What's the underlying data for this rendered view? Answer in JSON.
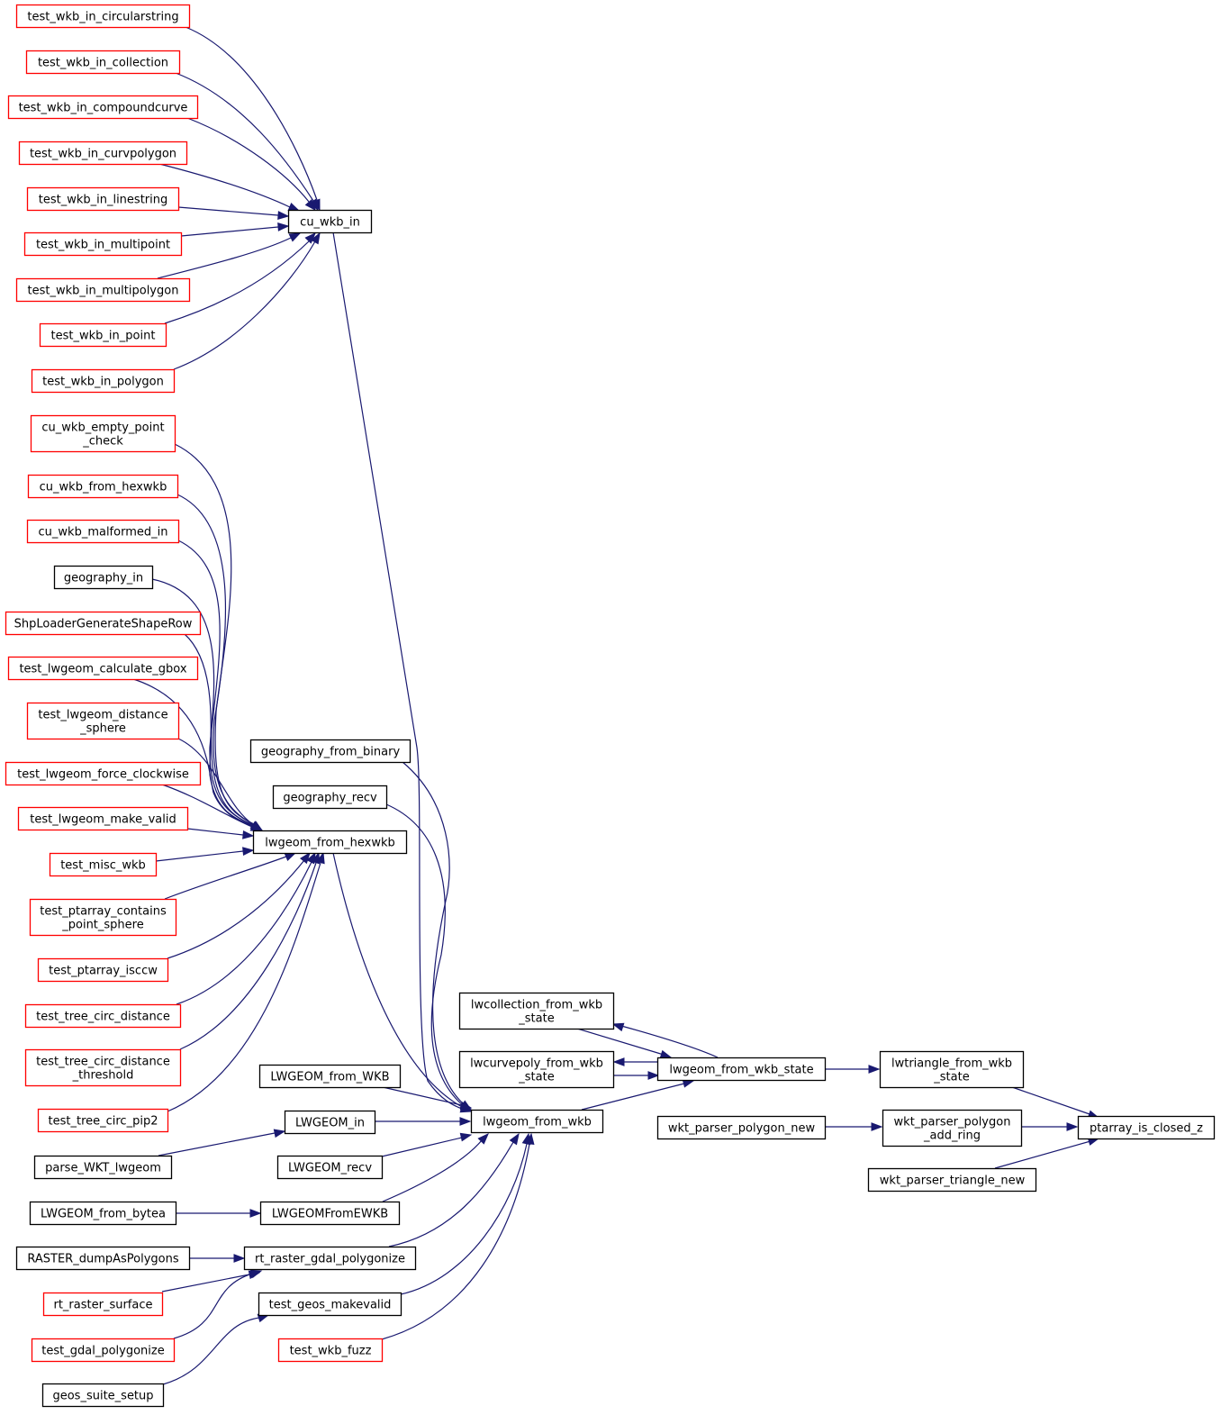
{
  "colors": {
    "edge": "#191970",
    "border_truncated": "#ff0000",
    "border_normal": "#000000",
    "focus_fill": "#bfbfbf"
  },
  "nodes": {
    "ptarray_is_closed_z": {
      "lines": [
        "ptarray_is_closed_z"
      ],
      "style": "focus"
    },
    "lwtriangle_from_wkb_state": {
      "lines": [
        "lwtriangle_from_wkb",
        "_state"
      ],
      "style": "normal"
    },
    "wkt_parser_polygon_add_ring": {
      "lines": [
        "wkt_parser_polygon",
        "_add_ring"
      ],
      "style": "normal"
    },
    "wkt_parser_triangle_new": {
      "lines": [
        "wkt_parser_triangle_new"
      ],
      "style": "normal"
    },
    "wkt_parser_polygon_new": {
      "lines": [
        "wkt_parser_polygon_new"
      ],
      "style": "normal"
    },
    "lwgeom_from_wkb_state": {
      "lines": [
        "lwgeom_from_wkb_state"
      ],
      "style": "normal"
    },
    "lwcollection_from_wkb_state": {
      "lines": [
        "lwcollection_from_wkb",
        "_state"
      ],
      "style": "normal"
    },
    "lwcurvepoly_from_wkb_state": {
      "lines": [
        "lwcurvepoly_from_wkb",
        "_state"
      ],
      "style": "normal"
    },
    "lwgeom_from_wkb": {
      "lines": [
        "lwgeom_from_wkb"
      ],
      "style": "normal"
    },
    "cu_wkb_in": {
      "lines": [
        "cu_wkb_in"
      ],
      "style": "normal"
    },
    "lwgeom_from_hexwkb": {
      "lines": [
        "lwgeom_from_hexwkb"
      ],
      "style": "normal"
    },
    "geography_from_binary": {
      "lines": [
        "geography_from_binary"
      ],
      "style": "normal"
    },
    "geography_recv": {
      "lines": [
        "geography_recv"
      ],
      "style": "normal"
    },
    "LWGEOM_from_WKB": {
      "lines": [
        "LWGEOM_from_WKB"
      ],
      "style": "normal"
    },
    "LWGEOM_in": {
      "lines": [
        "LWGEOM_in"
      ],
      "style": "normal"
    },
    "LWGEOM_recv": {
      "lines": [
        "LWGEOM_recv"
      ],
      "style": "normal"
    },
    "LWGEOMFromEWKB": {
      "lines": [
        "LWGEOMFromEWKB"
      ],
      "style": "normal"
    },
    "rt_raster_gdal_polygonize": {
      "lines": [
        "rt_raster_gdal_polygonize"
      ],
      "style": "normal"
    },
    "test_geos_makevalid": {
      "lines": [
        "test_geos_makevalid"
      ],
      "style": "normal"
    },
    "test_wkb_fuzz": {
      "lines": [
        "test_wkb_fuzz"
      ],
      "style": "truncated"
    },
    "test_wkb_in_circularstring": {
      "lines": [
        "test_wkb_in_circularstring"
      ],
      "style": "truncated"
    },
    "test_wkb_in_collection": {
      "lines": [
        "test_wkb_in_collection"
      ],
      "style": "truncated"
    },
    "test_wkb_in_compoundcurve": {
      "lines": [
        "test_wkb_in_compoundcurve"
      ],
      "style": "truncated"
    },
    "test_wkb_in_curvpolygon": {
      "lines": [
        "test_wkb_in_curvpolygon"
      ],
      "style": "truncated"
    },
    "test_wkb_in_linestring": {
      "lines": [
        "test_wkb_in_linestring"
      ],
      "style": "truncated"
    },
    "test_wkb_in_multipoint": {
      "lines": [
        "test_wkb_in_multipoint"
      ],
      "style": "truncated"
    },
    "test_wkb_in_multipolygon": {
      "lines": [
        "test_wkb_in_multipolygon"
      ],
      "style": "truncated"
    },
    "test_wkb_in_point": {
      "lines": [
        "test_wkb_in_point"
      ],
      "style": "truncated"
    },
    "test_wkb_in_polygon": {
      "lines": [
        "test_wkb_in_polygon"
      ],
      "style": "truncated"
    },
    "cu_wkb_empty_point_check": {
      "lines": [
        "cu_wkb_empty_point",
        "_check"
      ],
      "style": "truncated"
    },
    "cu_wkb_from_hexwkb": {
      "lines": [
        "cu_wkb_from_hexwkb"
      ],
      "style": "truncated"
    },
    "cu_wkb_malformed_in": {
      "lines": [
        "cu_wkb_malformed_in"
      ],
      "style": "truncated"
    },
    "geography_in": {
      "lines": [
        "geography_in"
      ],
      "style": "normal"
    },
    "ShpLoaderGenerateShapeRow": {
      "lines": [
        "ShpLoaderGenerateShapeRow"
      ],
      "style": "truncated"
    },
    "test_lwgeom_calculate_gbox": {
      "lines": [
        "test_lwgeom_calculate_gbox"
      ],
      "style": "truncated"
    },
    "test_lwgeom_distance_sphere": {
      "lines": [
        "test_lwgeom_distance",
        "_sphere"
      ],
      "style": "truncated"
    },
    "test_lwgeom_force_clockwise": {
      "lines": [
        "test_lwgeom_force_clockwise"
      ],
      "style": "truncated"
    },
    "test_lwgeom_make_valid": {
      "lines": [
        "test_lwgeom_make_valid"
      ],
      "style": "truncated"
    },
    "test_misc_wkb": {
      "lines": [
        "test_misc_wkb"
      ],
      "style": "truncated"
    },
    "test_ptarray_contains_point_sphere": {
      "lines": [
        "test_ptarray_contains",
        "_point_sphere"
      ],
      "style": "truncated"
    },
    "test_ptarray_isccw": {
      "lines": [
        "test_ptarray_isccw"
      ],
      "style": "truncated"
    },
    "test_tree_circ_distance": {
      "lines": [
        "test_tree_circ_distance"
      ],
      "style": "truncated"
    },
    "test_tree_circ_distance_threshold": {
      "lines": [
        "test_tree_circ_distance",
        "_threshold"
      ],
      "style": "truncated"
    },
    "test_tree_circ_pip2": {
      "lines": [
        "test_tree_circ_pip2"
      ],
      "style": "truncated"
    },
    "parse_WKT_lwgeom": {
      "lines": [
        "parse_WKT_lwgeom"
      ],
      "style": "normal"
    },
    "LWGEOM_from_bytea": {
      "lines": [
        "LWGEOM_from_bytea"
      ],
      "style": "normal"
    },
    "RASTER_dumpAsPolygons": {
      "lines": [
        "RASTER_dumpAsPolygons"
      ],
      "style": "normal"
    },
    "rt_raster_surface": {
      "lines": [
        "rt_raster_surface"
      ],
      "style": "truncated"
    },
    "test_gdal_polygonize": {
      "lines": [
        "test_gdal_polygonize"
      ],
      "style": "truncated"
    },
    "geos_suite_setup": {
      "lines": [
        "geos_suite_setup"
      ],
      "style": "normal"
    }
  },
  "edges": [
    [
      "lwtriangle_from_wkb_state",
      "ptarray_is_closed_z"
    ],
    [
      "wkt_parser_polygon_add_ring",
      "ptarray_is_closed_z"
    ],
    [
      "wkt_parser_triangle_new",
      "ptarray_is_closed_z"
    ],
    [
      "lwgeom_from_wkb_state",
      "lwtriangle_from_wkb_state"
    ],
    [
      "wkt_parser_polygon_new",
      "wkt_parser_polygon_add_ring"
    ],
    [
      "lwcollection_from_wkb_state",
      "lwgeom_from_wkb_state"
    ],
    [
      "lwcurvepoly_from_wkb_state",
      "lwgeom_from_wkb_state"
    ],
    [
      "lwgeom_from_wkb",
      "lwgeom_from_wkb_state"
    ],
    [
      "lwgeom_from_wkb_state",
      "lwcollection_from_wkb_state"
    ],
    [
      "lwgeom_from_wkb_state",
      "lwcurvepoly_from_wkb_state"
    ],
    [
      "cu_wkb_in",
      "lwgeom_from_wkb"
    ],
    [
      "lwgeom_from_hexwkb",
      "lwgeom_from_wkb"
    ],
    [
      "geography_from_binary",
      "lwgeom_from_wkb"
    ],
    [
      "geography_recv",
      "lwgeom_from_wkb"
    ],
    [
      "LWGEOM_from_WKB",
      "lwgeom_from_wkb"
    ],
    [
      "LWGEOM_in",
      "lwgeom_from_wkb"
    ],
    [
      "LWGEOM_recv",
      "lwgeom_from_wkb"
    ],
    [
      "LWGEOMFromEWKB",
      "lwgeom_from_wkb"
    ],
    [
      "rt_raster_gdal_polygonize",
      "lwgeom_from_wkb"
    ],
    [
      "test_geos_makevalid",
      "lwgeom_from_wkb"
    ],
    [
      "test_wkb_fuzz",
      "lwgeom_from_wkb"
    ],
    [
      "test_wkb_in_circularstring",
      "cu_wkb_in"
    ],
    [
      "test_wkb_in_collection",
      "cu_wkb_in"
    ],
    [
      "test_wkb_in_compoundcurve",
      "cu_wkb_in"
    ],
    [
      "test_wkb_in_curvpolygon",
      "cu_wkb_in"
    ],
    [
      "test_wkb_in_linestring",
      "cu_wkb_in"
    ],
    [
      "test_wkb_in_multipoint",
      "cu_wkb_in"
    ],
    [
      "test_wkb_in_multipolygon",
      "cu_wkb_in"
    ],
    [
      "test_wkb_in_point",
      "cu_wkb_in"
    ],
    [
      "test_wkb_in_polygon",
      "cu_wkb_in"
    ],
    [
      "cu_wkb_empty_point_check",
      "lwgeom_from_hexwkb"
    ],
    [
      "cu_wkb_from_hexwkb",
      "lwgeom_from_hexwkb"
    ],
    [
      "cu_wkb_malformed_in",
      "lwgeom_from_hexwkb"
    ],
    [
      "geography_in",
      "lwgeom_from_hexwkb"
    ],
    [
      "ShpLoaderGenerateShapeRow",
      "lwgeom_from_hexwkb"
    ],
    [
      "test_lwgeom_calculate_gbox",
      "lwgeom_from_hexwkb"
    ],
    [
      "test_lwgeom_distance_sphere",
      "lwgeom_from_hexwkb"
    ],
    [
      "test_lwgeom_force_clockwise",
      "lwgeom_from_hexwkb"
    ],
    [
      "test_lwgeom_make_valid",
      "lwgeom_from_hexwkb"
    ],
    [
      "test_misc_wkb",
      "lwgeom_from_hexwkb"
    ],
    [
      "test_ptarray_contains_point_sphere",
      "lwgeom_from_hexwkb"
    ],
    [
      "test_ptarray_isccw",
      "lwgeom_from_hexwkb"
    ],
    [
      "test_tree_circ_distance",
      "lwgeom_from_hexwkb"
    ],
    [
      "test_tree_circ_distance_threshold",
      "lwgeom_from_hexwkb"
    ],
    [
      "test_tree_circ_pip2",
      "lwgeom_from_hexwkb"
    ],
    [
      "parse_WKT_lwgeom",
      "LWGEOM_in"
    ],
    [
      "LWGEOM_from_bytea",
      "LWGEOMFromEWKB"
    ],
    [
      "RASTER_dumpAsPolygons",
      "rt_raster_gdal_polygonize"
    ],
    [
      "rt_raster_surface",
      "rt_raster_gdal_polygonize"
    ],
    [
      "test_gdal_polygonize",
      "rt_raster_gdal_polygonize"
    ],
    [
      "geos_suite_setup",
      "test_geos_makevalid"
    ]
  ]
}
